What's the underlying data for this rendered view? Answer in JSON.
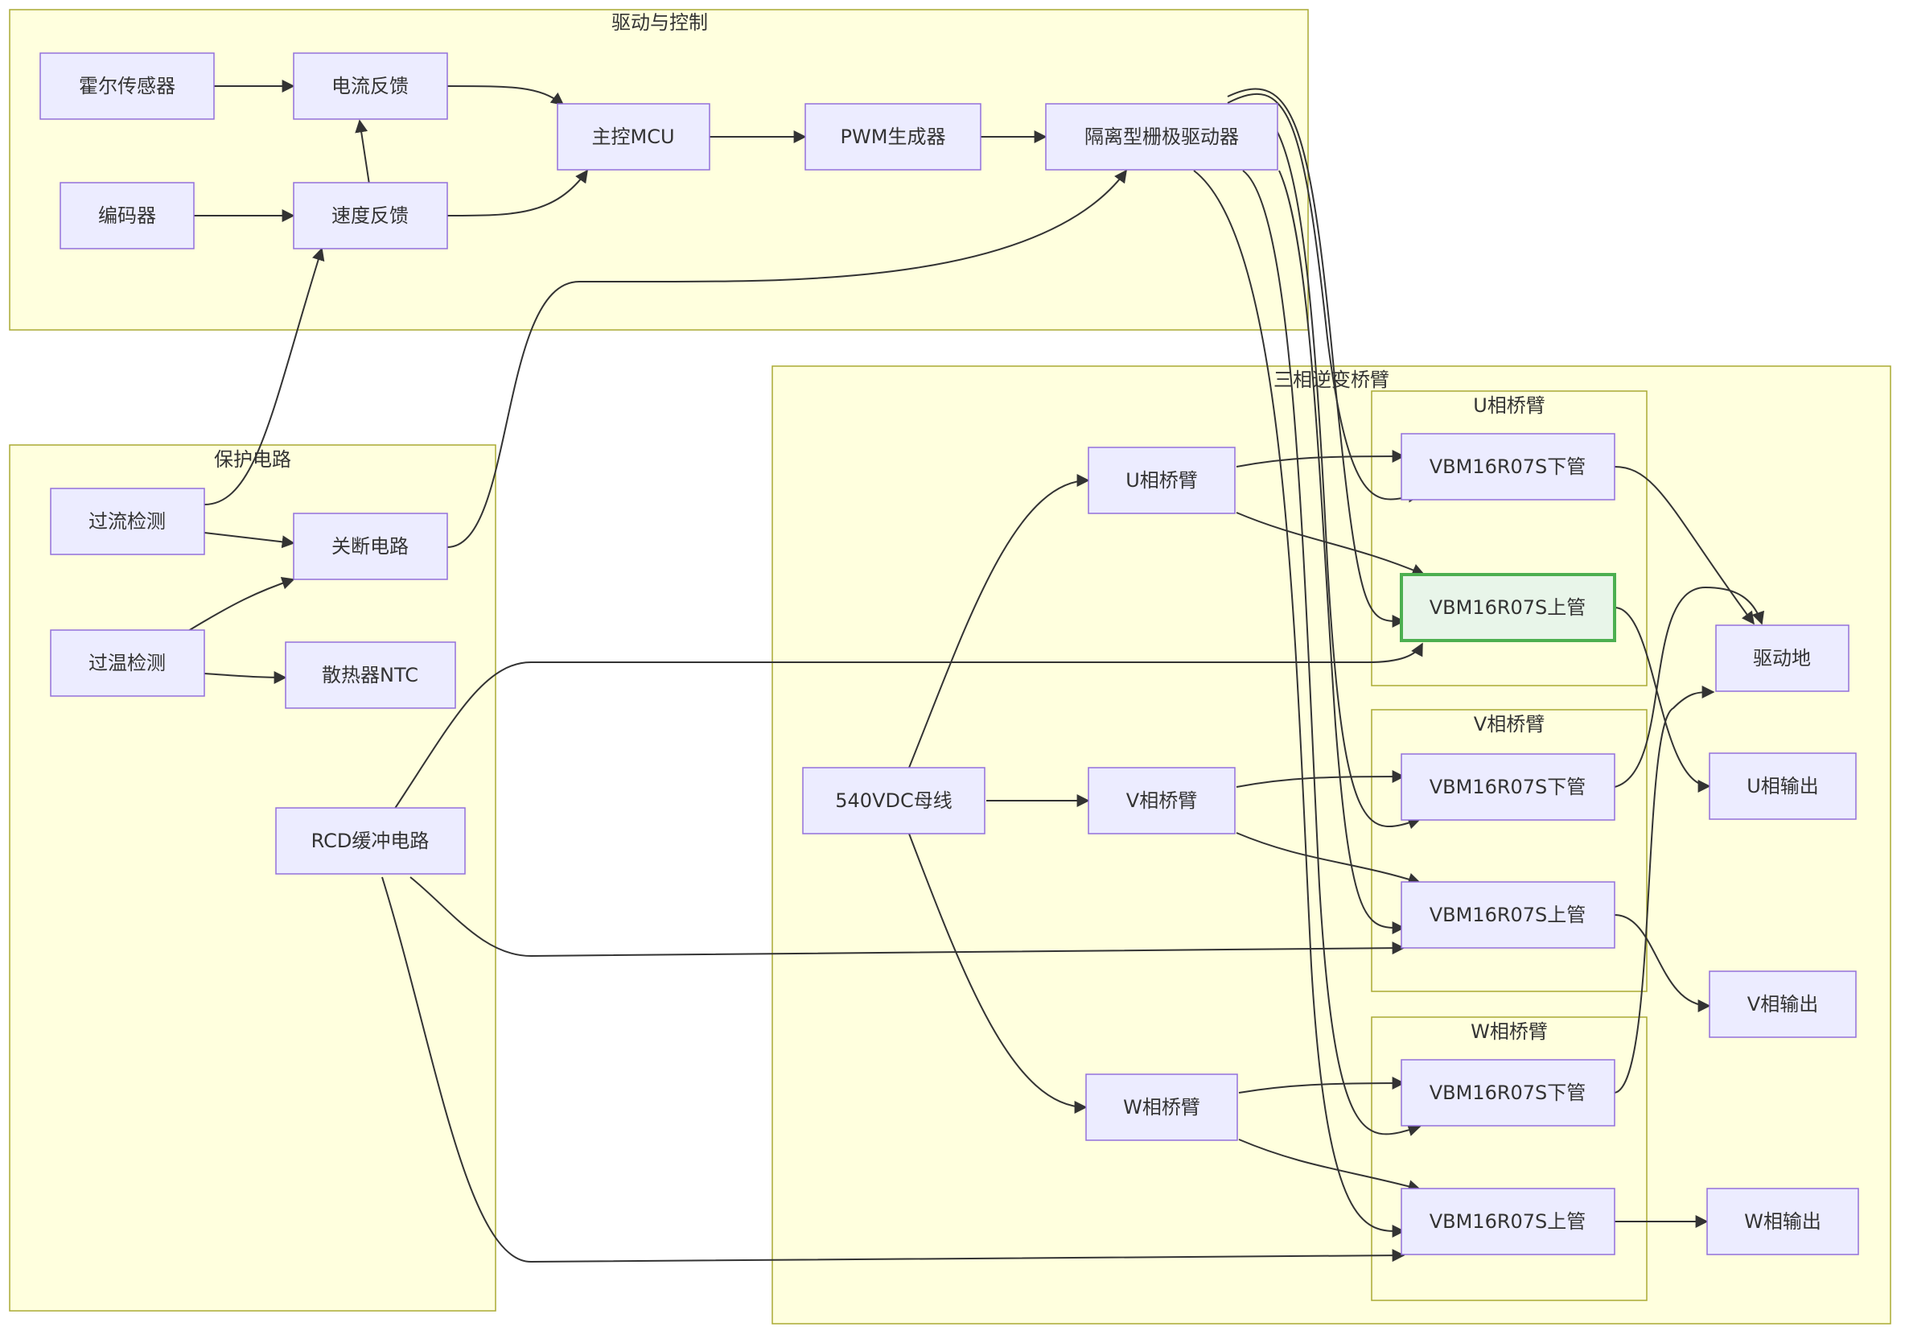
{
  "clusters": {
    "drive_control": "驱动与控制",
    "protection": "保护电路",
    "inverter": "三相逆变桥臂",
    "u_arm": "U相桥臂",
    "v_arm": "V相桥臂",
    "w_arm": "W相桥臂"
  },
  "nodes": {
    "hall_sensor": "霍尔传感器",
    "current_feedback": "电流反馈",
    "encoder": "编码器",
    "speed_feedback": "速度反馈",
    "main_mcu": "主控MCU",
    "pwm_generator": "PWM生成器",
    "gate_driver": "隔离型栅极驱动器",
    "overcurrent_detect": "过流检测",
    "shutdown_circuit": "关断电路",
    "overtemp_detect": "过温检测",
    "heatsink_ntc": "散热器NTC",
    "rcd_snubber": "RCD缓冲电路",
    "dc_bus": "540VDC母线",
    "u_phase_arm": "U相桥臂",
    "v_phase_arm": "V相桥臂",
    "w_phase_arm": "W相桥臂",
    "u_low": "VBM16R07S下管",
    "u_high": "VBM16R07S上管",
    "v_low": "VBM16R07S下管",
    "v_high": "VBM16R07S上管",
    "w_low": "VBM16R07S下管",
    "w_high": "VBM16R07S上管",
    "drive_ground": "驱动地",
    "u_output": "U相输出",
    "v_output": "V相输出",
    "w_output": "W相输出"
  },
  "colors": {
    "cluster_fill": "#ffffde",
    "cluster_stroke": "#aaaa33",
    "node_fill": "#ececff",
    "node_stroke": "#9370db",
    "highlight_fill": "#e8f5e9",
    "highlight_stroke": "#4caf50",
    "edge": "#333333"
  }
}
